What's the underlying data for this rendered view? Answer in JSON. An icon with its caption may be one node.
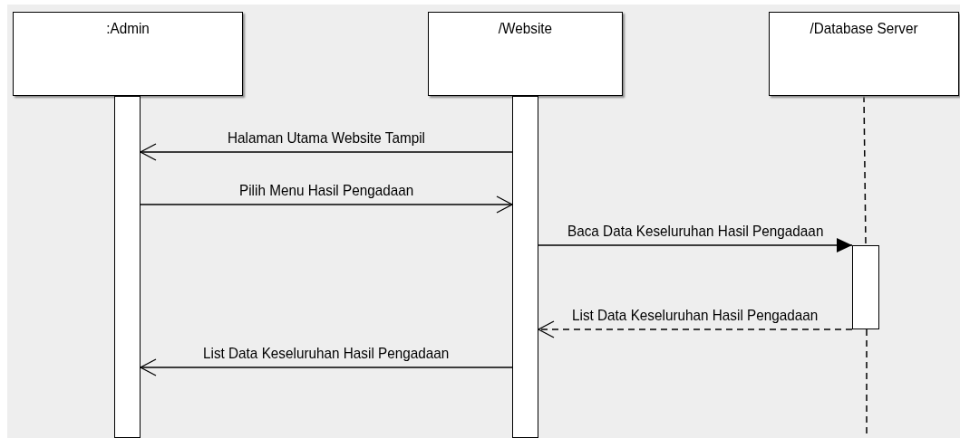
{
  "diagram": {
    "nodes": [
      {
        "text": [
          ":Admin"
        ]
      },
      {
        "text": [
          "/Website"
        ]
      },
      {
        "text": [
          "/Database Server"
        ]
      },
      {
        "text": [],
        "shape": "bar"
      },
      {
        "text": [],
        "shape": "bar"
      },
      {
        "text": [],
        "shape": "bar"
      }
    ],
    "edges": [
      {
        "from": 2,
        "to": 5,
        "arrow": "none",
        "style": "dashed"
      },
      {
        "from": 4,
        "to": 3,
        "arrow": "to",
        "label": "Halaman Utama Website Tampil"
      },
      {
        "from": 3,
        "to": 4,
        "arrow": "to",
        "label": "Pilih Menu Hasil Pengadaan"
      },
      {
        "from": 4,
        "to": 5,
        "arrow": "to",
        "label": "Baca Data Keseluruhan Hasil Pengadaan"
      },
      {
        "from": 5,
        "to": 4,
        "arrow": "to",
        "label": "List Data Keseluruhan Hasil Pengadaan",
        "style": "dashed"
      },
      {
        "from": 4,
        "to": 3,
        "arrow": "to",
        "label": "List Data Keseluruhan Hasil Pengadaan"
      }
    ]
  }
}
